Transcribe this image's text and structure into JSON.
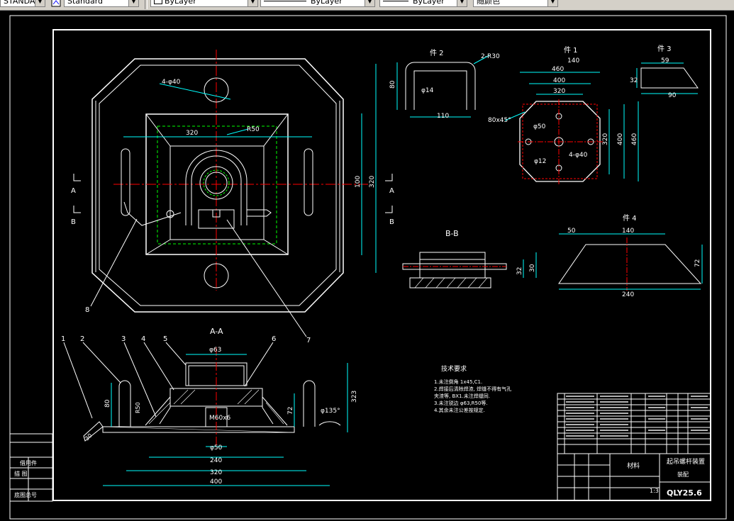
{
  "toolbar": {
    "text_style": "STANDARD",
    "dim_style": "Standard",
    "layer": "ByLayer",
    "linetype": "ByLayer",
    "lineweight": "ByLayer",
    "color": "随颜色"
  },
  "drawing": {
    "plan_labels": {
      "p1": "4-φ40",
      "p2": "320",
      "p3": "R50",
      "p4": "100",
      "p5": "320",
      "p6": "8",
      "p7": "7"
    },
    "section_labels": {
      "A": "A",
      "B": "B"
    },
    "section_aa": {
      "title": "A-A",
      "d63": "φ63",
      "m60": "M60x6",
      "d50": "φ50",
      "d240": "240",
      "d320": "320",
      "d400": "400",
      "h80": "80",
      "h72": "72",
      "h323": "323",
      "a135": "φ135°",
      "r50": "R50",
      "n1": "1",
      "n2": "2",
      "n3": "3",
      "n4": "4",
      "n5": "5",
      "n6": "6",
      "h30": "30"
    },
    "part2": {
      "title": "件 2",
      "r30": "2-R30",
      "d14": "φ14",
      "w110": "110",
      "h80": "80"
    },
    "part1": {
      "title": "件 1",
      "w140": "140",
      "w460": "460",
      "w400": "400",
      "w320": "320",
      "d50": "φ50",
      "d40": "4-φ40",
      "d12": "φ12",
      "chamfer": "80x45°",
      "v320": "320",
      "v400": "400",
      "v460": "460"
    },
    "part3": {
      "title": "件 3",
      "w59": "59",
      "h32": "32",
      "w90": "90"
    },
    "part4": {
      "title": "件 4",
      "w50": "50",
      "w140": "140",
      "w240": "240",
      "h72": "72"
    },
    "section_bb": {
      "title": "B-B",
      "h30": "30",
      "h32": "32"
    },
    "notes": {
      "title": "技术要求",
      "lines": [
        "1.未注倒角 1x45,C1.",
        "2.焊接后清除焊渣, 焊缝不得有气孔",
        "  夹渣等, BX1.未注焊缝同.",
        "3.未注锐边 φ63,R50等.",
        "4.其余未注公差按规定."
      ]
    },
    "title_block": {
      "name": "起吊螺杆装置",
      "sub": "装配",
      "drawing_no": "QLY25.6",
      "scale": "1:3",
      "material": "材料"
    },
    "left_block": {
      "r1": "借用件",
      "r2": "描 图",
      "r3": "底图总号"
    }
  }
}
